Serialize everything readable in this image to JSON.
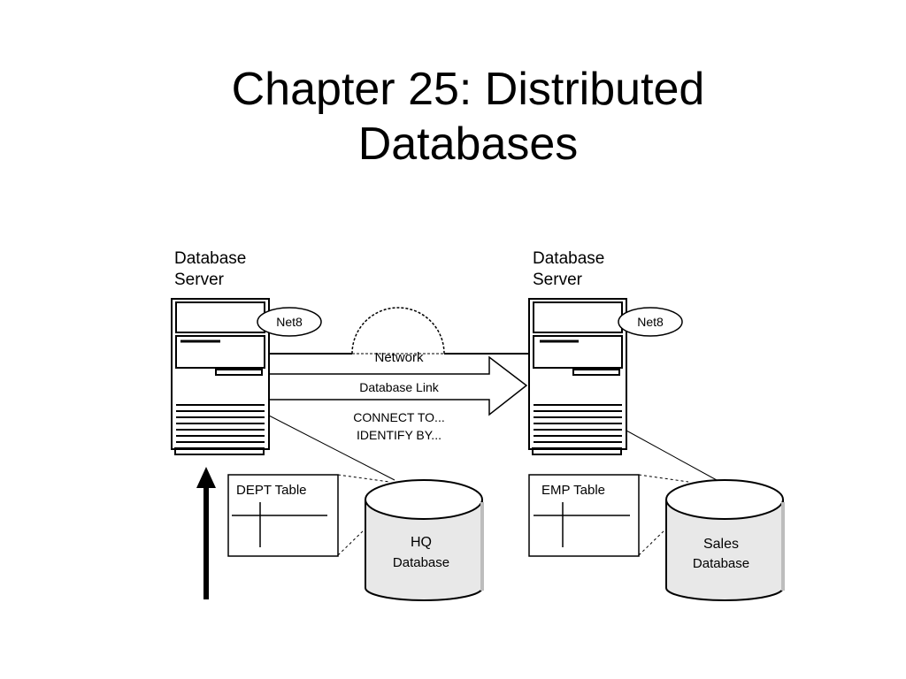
{
  "slide": {
    "title_line1": "Chapter 25: Distributed",
    "title_line2": "Databases"
  },
  "diagram": {
    "left_server": {
      "label_line1": "Database",
      "label_line2": "Server",
      "badge": "Net8"
    },
    "right_server": {
      "label_line1": "Database",
      "label_line2": "Server",
      "badge": "Net8"
    },
    "network_label": "Network",
    "link_label": "Database Link",
    "connect_line1": "CONNECT TO...",
    "connect_line2": "IDENTIFY BY...",
    "left_table": "DEPT Table",
    "right_table": "EMP Table",
    "left_db_line1": "HQ",
    "left_db_line2": "Database",
    "right_db_line1": "Sales",
    "right_db_line2": "Database"
  }
}
